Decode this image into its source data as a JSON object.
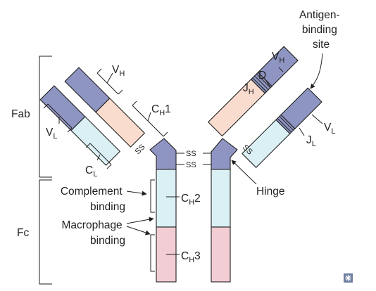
{
  "colors": {
    "variable": "#8f95c2",
    "constant_h1": "#f9dccd",
    "constant_l": "#dbf0f4",
    "ch2": "#dbf0f4",
    "ch3": "#f3cdd4",
    "line": "#1f1f1f",
    "text": "#222222"
  },
  "labels": {
    "fab": "Fab",
    "fc": "Fc",
    "hinge": "Hinge",
    "complement_1": "Complement",
    "complement_2": "binding",
    "macrophage_1": "Macrophage",
    "macrophage_2": "binding",
    "antigen_1": "Antigen-",
    "antigen_2": "binding",
    "antigen_3": "site",
    "d": "D",
    "ss": "SS"
  },
  "domains": {
    "v": "V",
    "c": "C",
    "j": "J",
    "sub_h": "H",
    "sub_l": "L",
    "ch1_n": "1",
    "ch2_n": "2",
    "ch3_n": "3"
  },
  "icons": {
    "corner": "asterisk-icon"
  }
}
